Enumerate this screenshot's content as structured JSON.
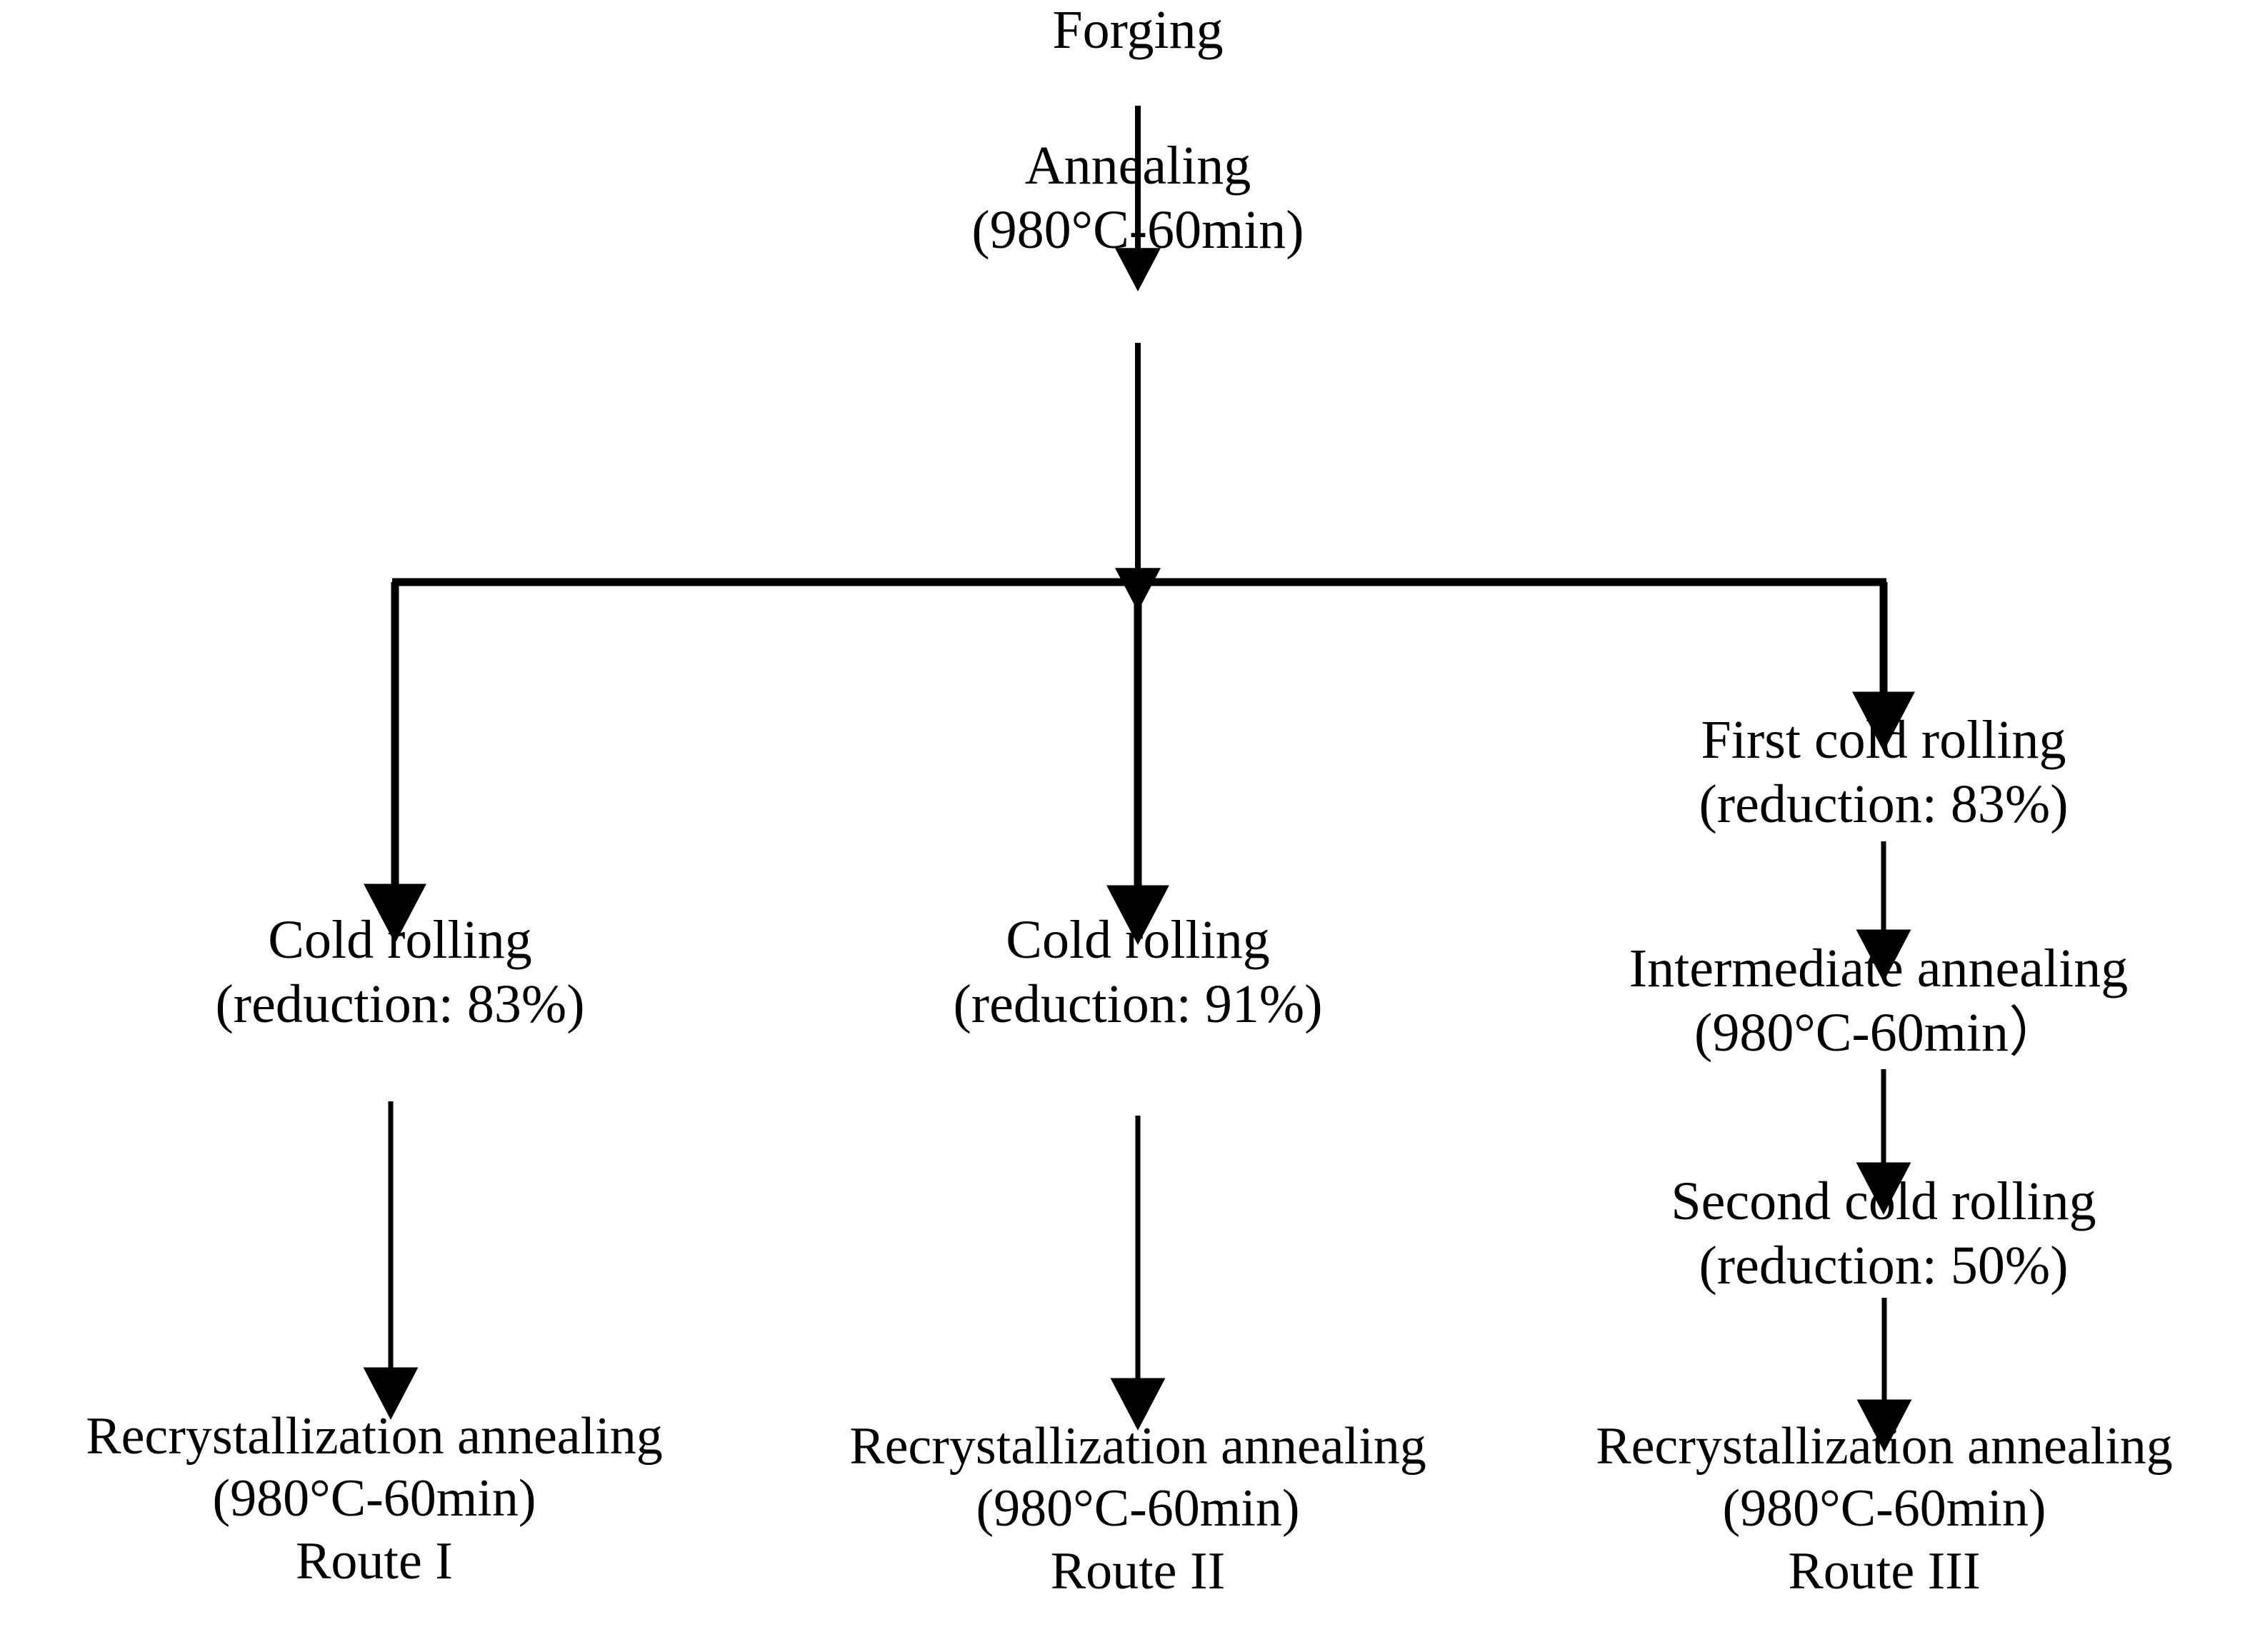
{
  "diagram": {
    "title": "Thermo-mechanical processing routes flowchart",
    "type": "process-flowchart",
    "background_color": "#ffffff",
    "line_color": "#000000",
    "text_color": "#000000"
  },
  "nodes": {
    "forging": {
      "id": "forging",
      "lines": [
        "Forging"
      ]
    },
    "annealing": {
      "id": "annealing",
      "lines": [
        "Annealing",
        "(980°C-60min)"
      ]
    },
    "cold_rolling_83": {
      "id": "cold-rolling-83",
      "lines": [
        "Cold  rolling",
        "(reduction: 83%)"
      ]
    },
    "cold_rolling_91": {
      "id": "cold-rolling-91",
      "lines": [
        "Cold  rolling",
        "(reduction: 91%)"
      ]
    },
    "first_cold_rolling": {
      "id": "first-cold-rolling",
      "lines": [
        "First cold rolling",
        "(reduction: 83%)"
      ]
    },
    "intermediate_annealing": {
      "id": "intermediate-annealing",
      "lines": [
        "Intermediate annealing",
        "(980°C-60min）"
      ]
    },
    "second_cold_rolling": {
      "id": "second-cold-rolling",
      "lines": [
        "Second cold rolling",
        "(reduction: 50%)"
      ]
    },
    "recrystallization_route_1": {
      "id": "recrystallization-annealing-route-1",
      "lines": [
        "Recrystallization annealing",
        "(980°C-60min)",
        "Route I"
      ]
    },
    "recrystallization_route_2": {
      "id": "recrystallization-annealing-route-2",
      "lines": [
        "Recrystallization annealing",
        "(980°C-60min)",
        "Route II"
      ]
    },
    "recrystallization_route_3": {
      "id": "recrystallization-annealing-route-3",
      "lines": [
        "Recrystallization annealing",
        "(980°C-60min)",
        "Route III"
      ]
    }
  },
  "routes": {
    "route_1_label": "Route I",
    "route_2_label": "Route II",
    "route_3_label": "Route III"
  },
  "parameters": {
    "annealing_temperature": "980°C",
    "annealing_time": "60min",
    "route_1_reduction": "83%",
    "route_2_reduction": "91%",
    "route_3_first_reduction": "83%",
    "route_3_second_reduction": "50%"
  },
  "edges": [
    {
      "from": "forging",
      "to": "annealing",
      "kind": "arrow-down"
    },
    {
      "from": "annealing",
      "to": "split-bar",
      "kind": "arrow-down"
    },
    {
      "from": "split-bar",
      "to": "cold-rolling-83",
      "kind": "elbow-arrow-down-left"
    },
    {
      "from": "split-bar",
      "to": "cold-rolling-91",
      "kind": "arrow-down"
    },
    {
      "from": "split-bar",
      "to": "first-cold-rolling",
      "kind": "elbow-arrow-down-right"
    },
    {
      "from": "cold-rolling-83",
      "to": "recrystallization-annealing-route-1",
      "kind": "arrow-down"
    },
    {
      "from": "cold-rolling-91",
      "to": "recrystallization-annealing-route-2",
      "kind": "arrow-down"
    },
    {
      "from": "first-cold-rolling",
      "to": "intermediate-annealing",
      "kind": "arrow-down"
    },
    {
      "from": "intermediate-annealing",
      "to": "second-cold-rolling",
      "kind": "arrow-down"
    },
    {
      "from": "second-cold-rolling",
      "to": "recrystallization-annealing-route-3",
      "kind": "arrow-down"
    }
  ]
}
